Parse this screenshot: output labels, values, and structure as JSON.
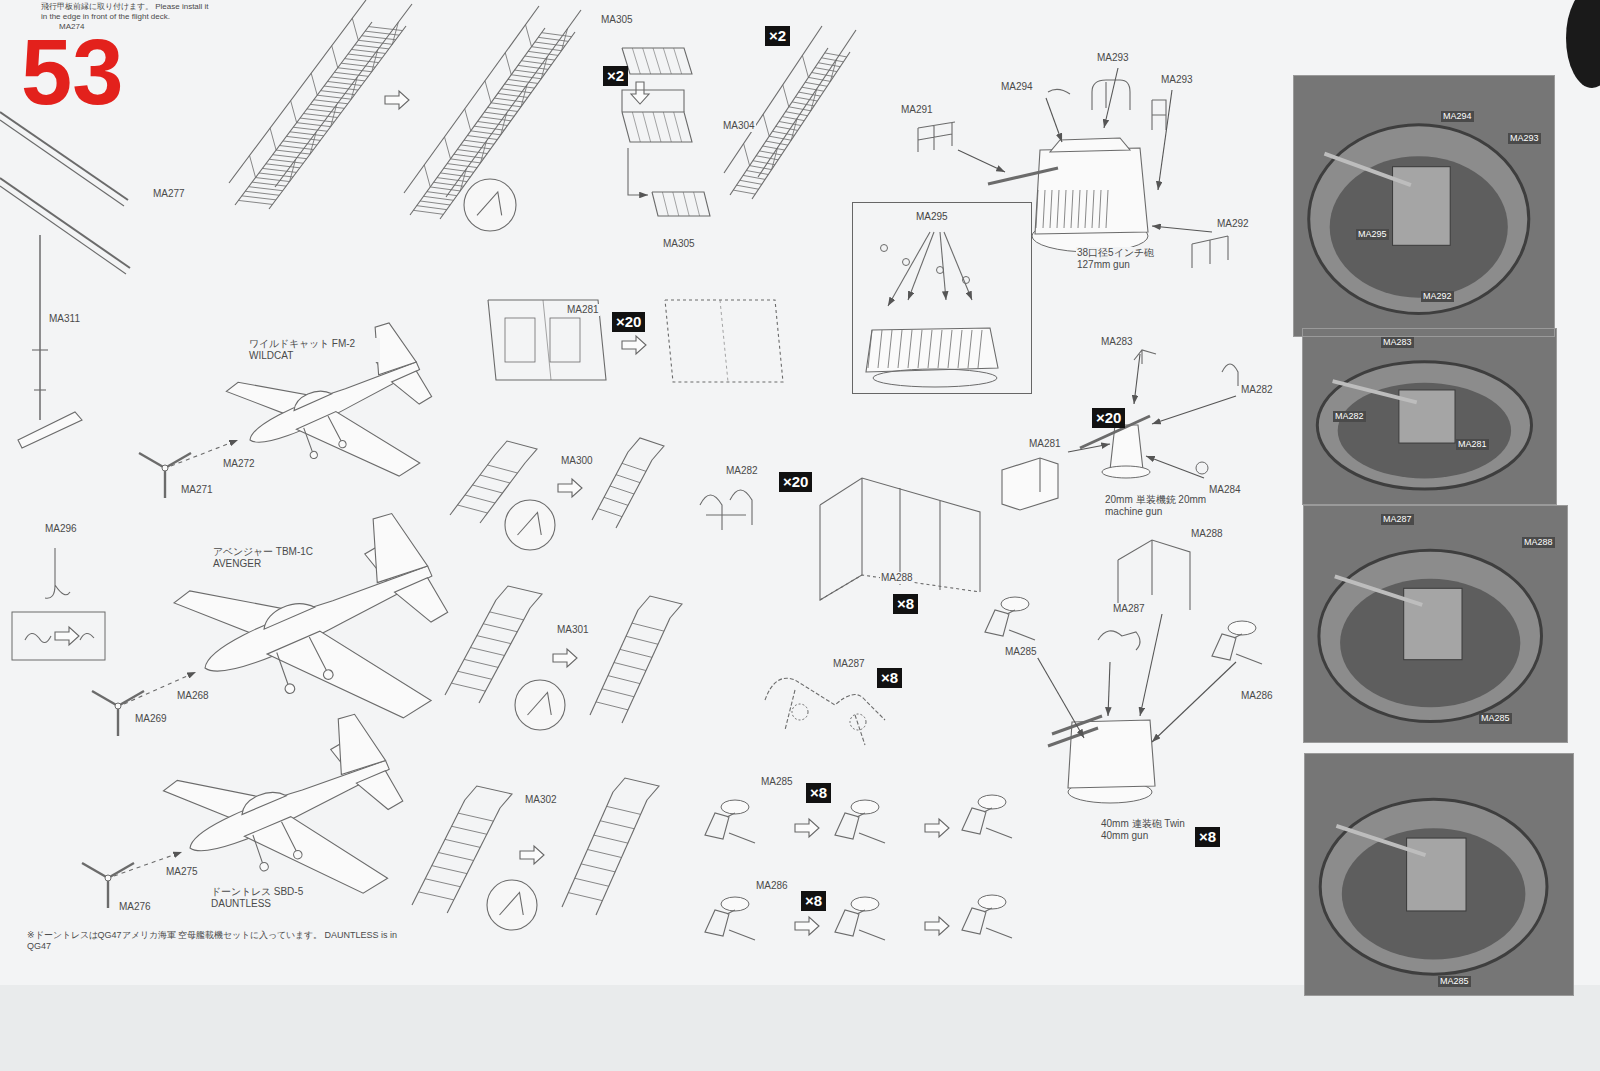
{
  "diagram": {
    "nodes": [
      {
        "text": [
          "×2"
        ]
      },
      {
        "text": [
          "×2"
        ]
      },
      {
        "text": [
          "×20"
        ]
      },
      {
        "text": [
          "×20"
        ]
      },
      {
        "text": [
          "×20"
        ]
      },
      {
        "text": [
          "×8"
        ]
      },
      {
        "text": [
          "×8"
        ]
      },
      {
        "text": [
          "×8"
        ]
      },
      {
        "text": [
          "×8"
        ]
      },
      {
        "text": [
          "×8"
        ]
      },
      {
        "text": [
          "MA295"
        ]
      },
      {
        "text": [
          "MA294",
          "MA293",
          "MA295",
          "MA292"
        ]
      },
      {
        "text": [
          "MA283",
          "MA282",
          "MA281"
        ]
      },
      {
        "text": [
          "MA287",
          "MA288",
          "MA285"
        ]
      },
      {
        "text": [
          "MA285"
        ]
      }
    ],
    "labels": [
      "飛行甲板前縁に取り付けます。 Please install it in the edge in front of the flight deck.",
      "MA274",
      "53",
      "MA277",
      "MA311",
      "MA296",
      "MA305",
      "MA304",
      "MA305",
      "MA291",
      "MA294",
      "MA293",
      "MA293",
      "MA292",
      "38口径5インチ砲 127mm gun",
      "MA283",
      "MA282",
      "MA281",
      "MA284",
      "20mm 単装機銃 20mm machine gun",
      "MA281",
      "MA300",
      "MA282",
      "MA288",
      "MA287",
      "MA288",
      "MA285",
      "MA286",
      "40mm 連装砲 Twin 40mm gun",
      "MA301",
      "MA302",
      "MA287",
      "MA285",
      "MA286",
      "ワイルドキャット FM-2 WILDCAT",
      "MA272",
      "MA271",
      "アベンジャー TBM-1C AVENGER",
      "MA268",
      "MA269",
      "MA275",
      "MA276",
      "ドーントレス SBD-5 DAUNTLESS",
      "※ドーントレスはQG47アメリカ海軍 空母艦載機セットに入っています。 DAUNTLESS is in QG47"
    ]
  }
}
